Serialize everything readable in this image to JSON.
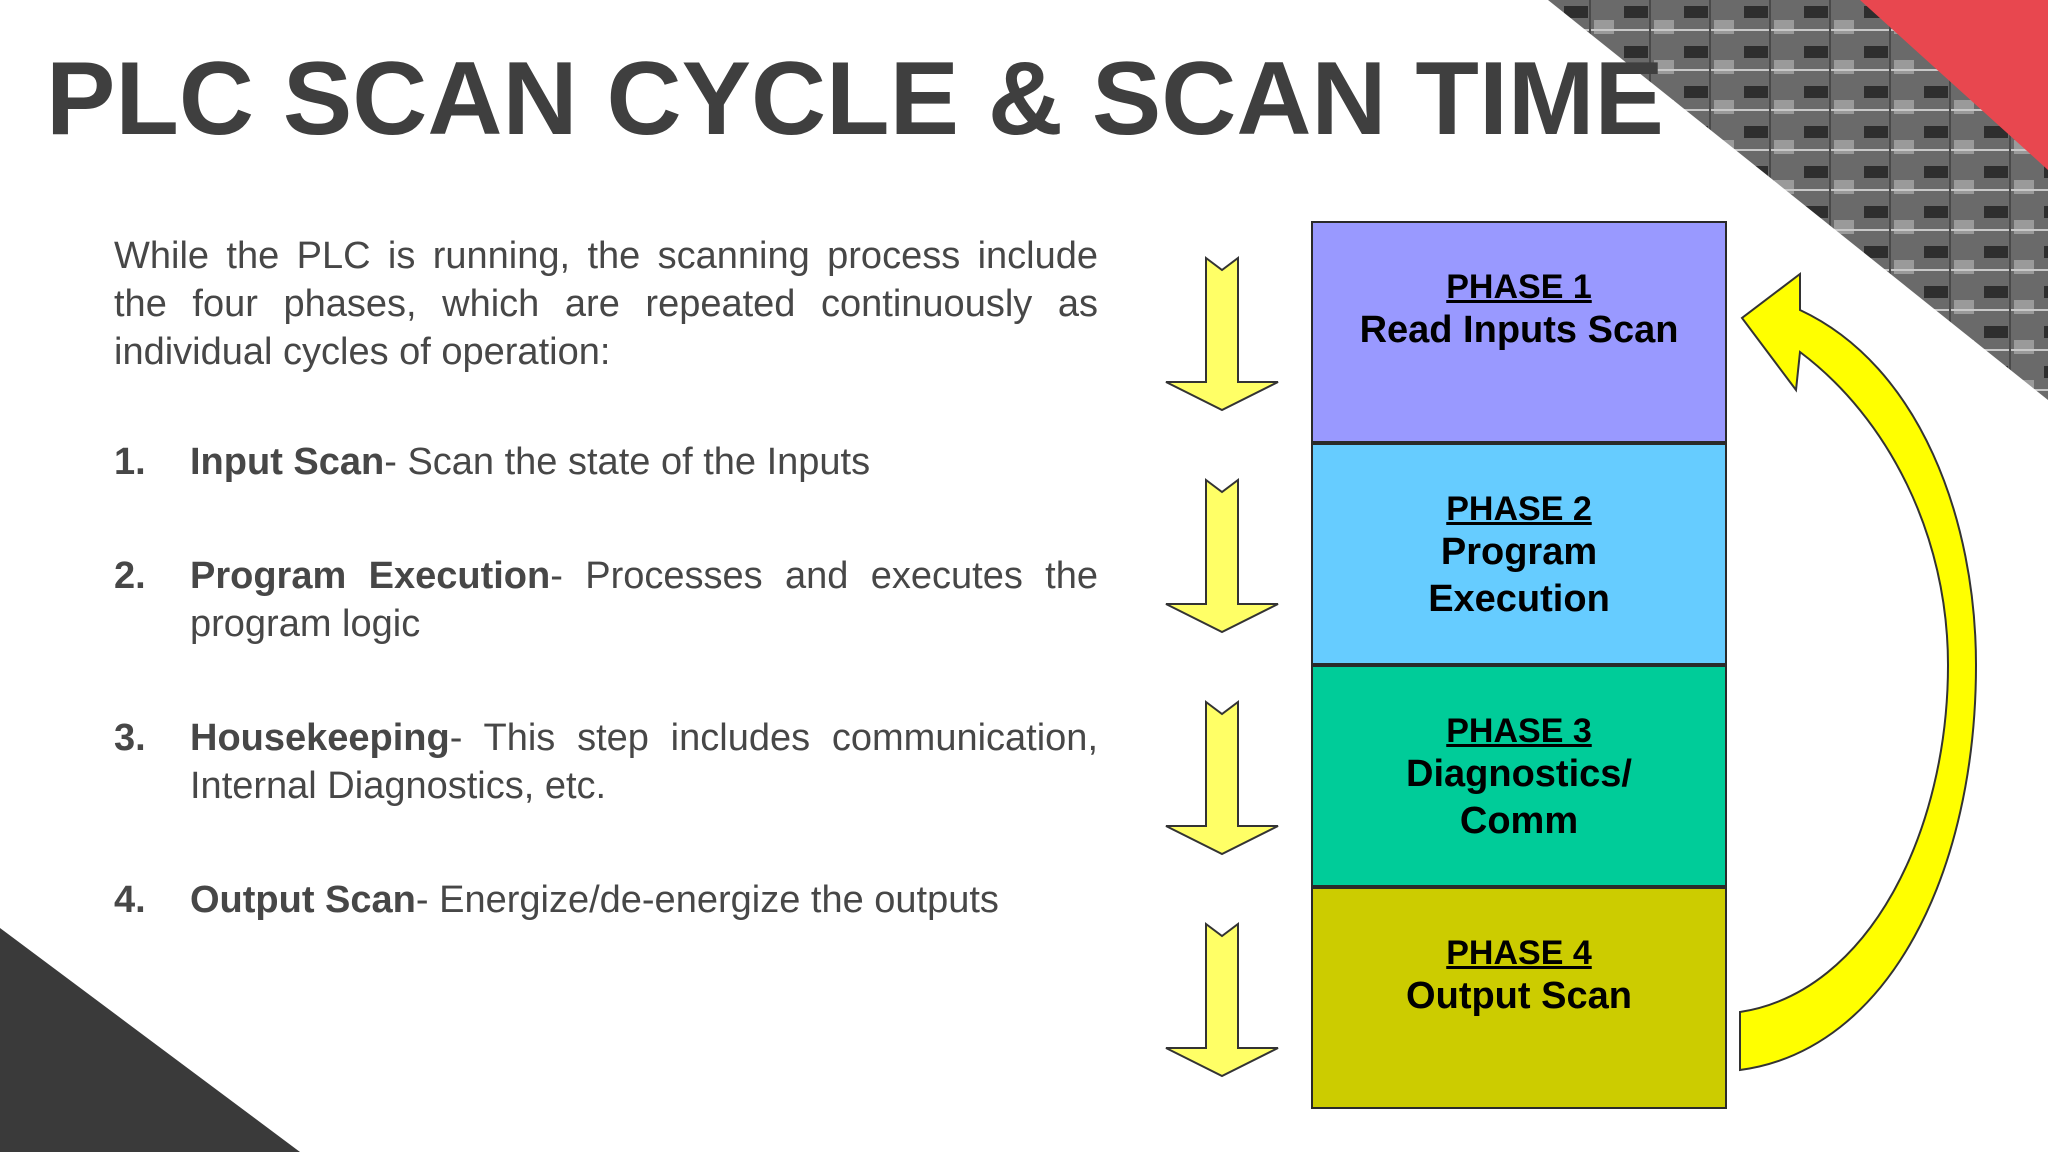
{
  "title": "PLC SCAN CYCLE & SCAN TIME",
  "intro": "While the PLC is running, the scanning process include the four phases, which are repeated continuously as individual cycles of operation:",
  "steps": [
    {
      "number": "1.",
      "term": "Input Scan",
      "description": "- Scan the state of the Inputs"
    },
    {
      "number": "2.",
      "term": "Program Execution",
      "description": "- Processes and executes the program logic"
    },
    {
      "number": "3.",
      "term": "Housekeeping",
      "description": "- This step includes communication, Internal Diagnostics, etc."
    },
    {
      "number": "4.",
      "term": "Output Scan",
      "description": "- Energize/de-energize the outputs"
    }
  ],
  "phases": [
    {
      "label": "PHASE 1",
      "name": "Read Inputs Scan",
      "color": "#9999ff"
    },
    {
      "label": "PHASE 2",
      "name": "Program Execution",
      "color": "#66ccff"
    },
    {
      "label": "PHASE 3",
      "name": "Diagnostics/ Comm",
      "color": "#00cc99"
    },
    {
      "label": "PHASE 4",
      "name": "Output Scan",
      "color": "#cccc00"
    }
  ],
  "colors": {
    "title": "#3f3f3f",
    "arrow_fill": "#ffff66",
    "loop_arrow_fill": "#ffff00",
    "accent_red": "#e8474f",
    "corner_dark": "#3a3a3a"
  }
}
